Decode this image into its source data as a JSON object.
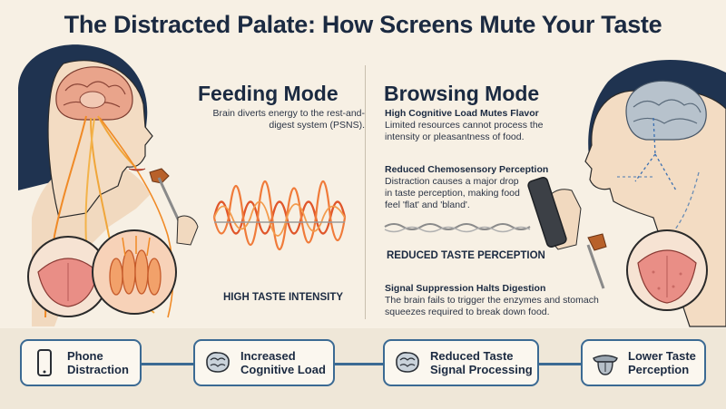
{
  "title": "The Distracted Palate: How Screens Mute Your Taste",
  "feeding": {
    "heading": "Feeding Mode",
    "description": "Brain diverts energy to the rest-and-digest system (PSNS).",
    "caption": "HIGH TASTE INTENSITY"
  },
  "browsing": {
    "heading": "Browsing Mode",
    "points": [
      {
        "title": "High Cognitive Load Mutes Flavor",
        "text": "Limited resources cannot process the intensity or pleasantness of food."
      },
      {
        "title": "Reduced Chemosensory Perception",
        "text": "Distraction causes a major drop in taste perception, making food feel 'flat' and 'bland'."
      },
      {
        "title": "Signal Suppression Halts Digestion",
        "text": "The brain fails to trigger the enzymes and stomach squeezes required to break down food."
      }
    ],
    "caption": "REDUCED TASTE PERCEPTION"
  },
  "flow": [
    {
      "label": "Phone\nDistraction",
      "icon": "phone-icon"
    },
    {
      "label": "Increased\nCognitive Load",
      "icon": "brain-icon"
    },
    {
      "label": "Reduced Taste\nSignal Processing",
      "icon": "brain-icon"
    },
    {
      "label": "Lower Taste\nPerception",
      "icon": "tongue-icon"
    }
  ],
  "colors": {
    "navy": "#1b2a41",
    "flow_blue": "#3b6a93",
    "wave_orange": "#e0562a",
    "muted_wave": "#8a8a8a",
    "background": "#f7f0e4"
  }
}
